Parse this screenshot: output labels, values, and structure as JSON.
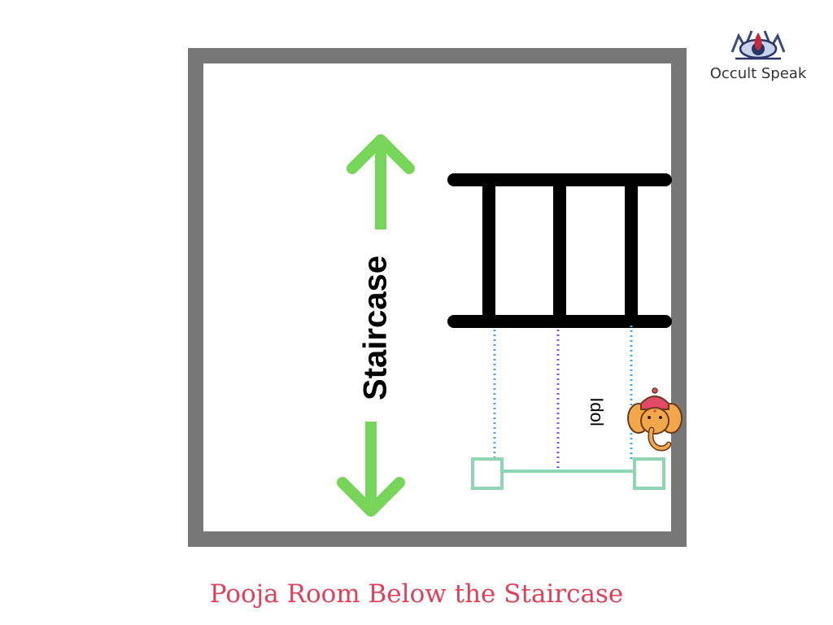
{
  "brand": {
    "name": "Occult Speak",
    "logo_icon": "occult-speak-logo-icon"
  },
  "diagram": {
    "staircase_label": "Staircase",
    "idol_label": "Idol",
    "idol_icon": "ganesha-icon",
    "arrows": [
      "arrow-up-icon",
      "arrow-down-icon"
    ]
  },
  "caption": "Pooja Room Below the Staircase",
  "colors": {
    "wall": "#777777",
    "arrow": "#77d65a",
    "stairs": "#000000",
    "platform": "#8fd4b3",
    "dotted_blue": "#40aaf0",
    "dotted_purple": "#8855e8",
    "caption": "#e0405a"
  }
}
